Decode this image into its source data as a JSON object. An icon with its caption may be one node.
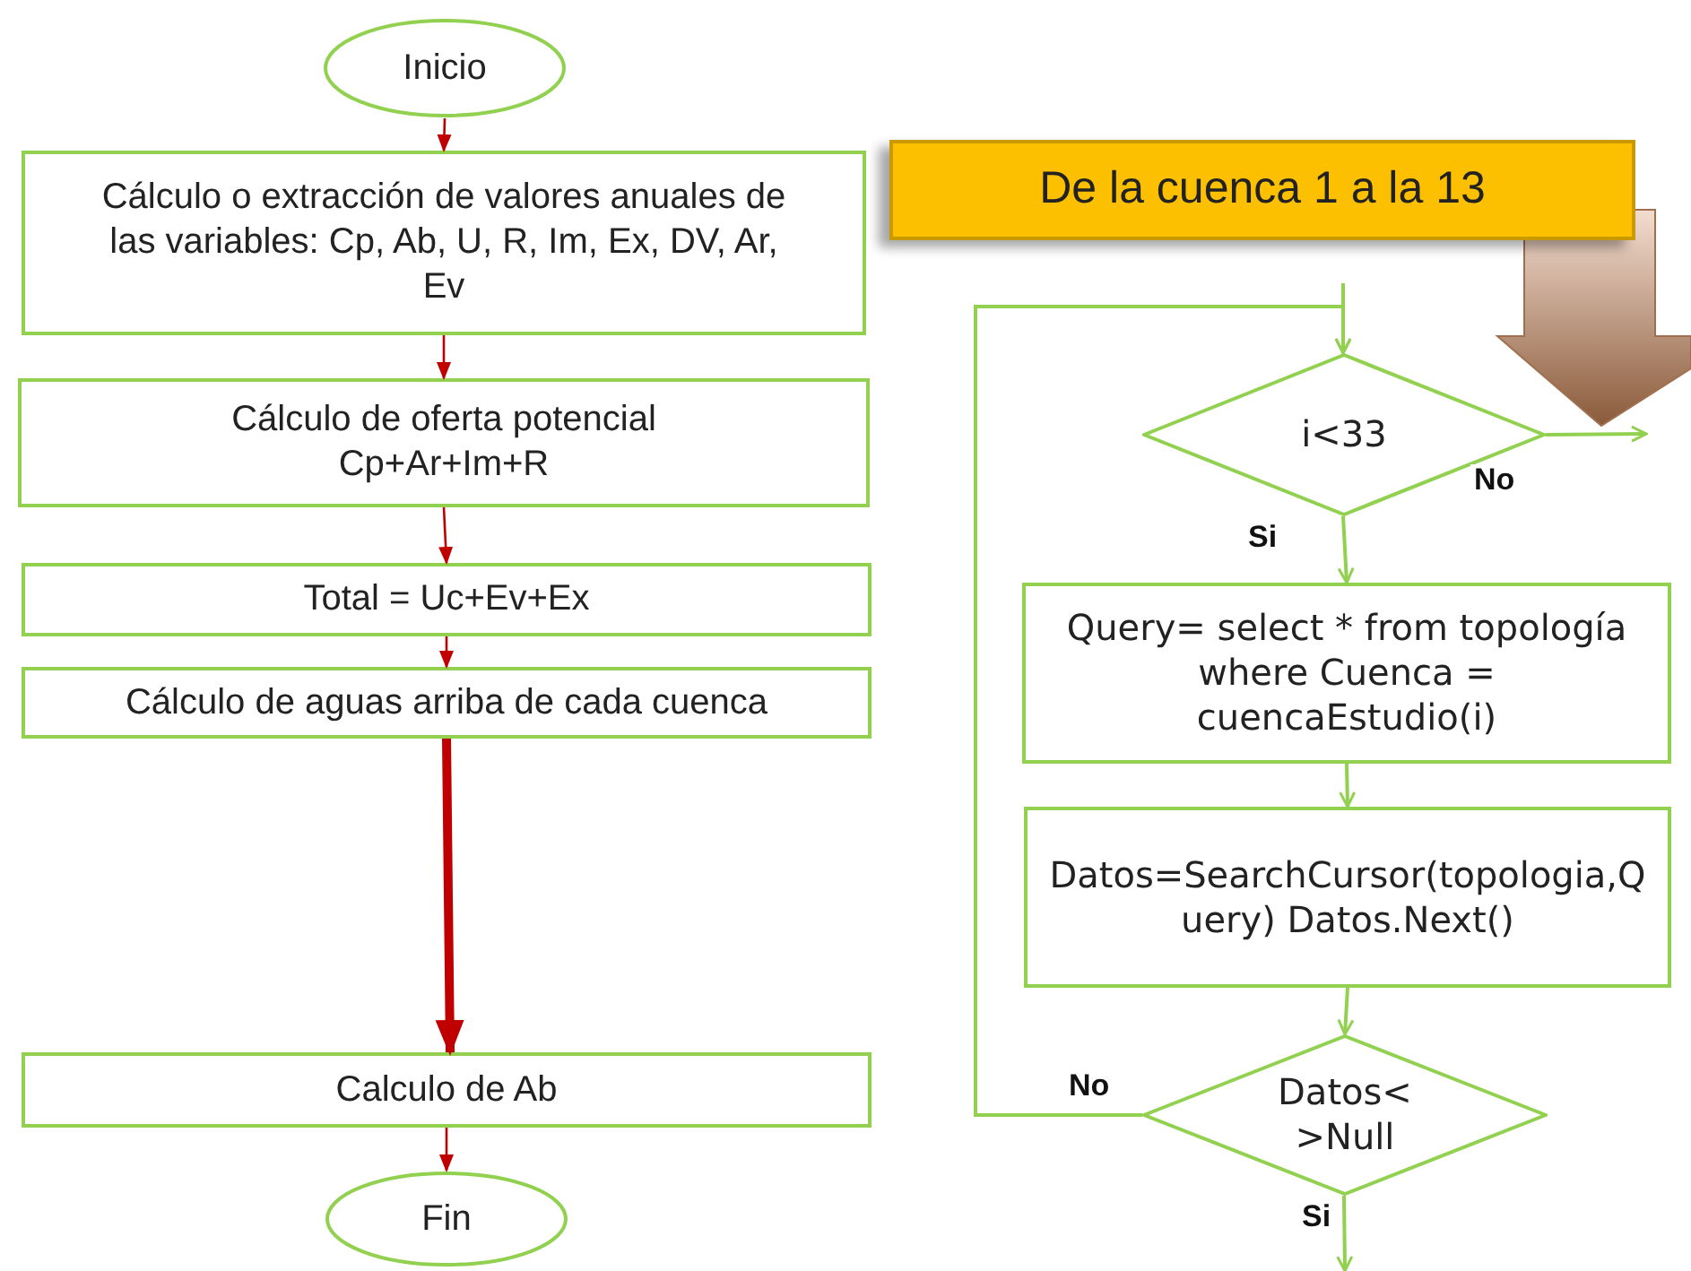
{
  "diagram": {
    "nodes": [
      {
        "text": [
          "Inicio"
        ]
      },
      {
        "text": [
          "Cálculo o extracción de valores anuales de las variables: Cp, Ab, U, R, Im, Ex, DV, Ar, Ev"
        ]
      },
      {
        "text": [
          "Cálculo de oferta potencial Cp+Ar+Im+R"
        ]
      },
      {
        "text": [
          "Total = Uc+Ev+Ex"
        ]
      },
      {
        "text": [
          "Cálculo de aguas arriba de cada cuenca"
        ]
      },
      {
        "text": [
          "Calculo de Ab"
        ]
      },
      {
        "text": [
          "Fin"
        ]
      },
      {
        "text": [
          "De la cuenca 1 a la 13"
        ]
      },
      {
        "text": [
          "i<33"
        ]
      },
      {
        "text": [
          "Query= select * from topología where Cuenca = cuencaEstudio(i)"
        ]
      },
      {
        "text": [
          "Datos=SearchCursor(topologia,Query) Datos.Next()"
        ]
      },
      {
        "text": [
          "Datos<>Null"
        ]
      }
    ],
    "edges": [
      {
        "from": 0,
        "to": 1,
        "arrow": "to",
        "color": "#c00000"
      },
      {
        "from": 1,
        "to": 2,
        "arrow": "to",
        "color": "#c00000"
      },
      {
        "from": 2,
        "to": 3,
        "arrow": "to",
        "color": "#c00000"
      },
      {
        "from": 3,
        "to": 4,
        "arrow": "to",
        "color": "#c00000"
      },
      {
        "from": 4,
        "to": 5,
        "arrow": "to",
        "color": "#c00000",
        "style": "thick"
      },
      {
        "from": 5,
        "to": 6,
        "arrow": "to",
        "color": "#c00000"
      },
      {
        "from": null,
        "to": 8,
        "arrow": "to"
      },
      {
        "from": 8,
        "to": null,
        "arrow": "to",
        "label": "No"
      },
      {
        "from": 8,
        "to": 9,
        "arrow": "to",
        "label": "Si"
      },
      {
        "from": 9,
        "to": 10,
        "arrow": "to"
      },
      {
        "from": 10,
        "to": 11,
        "arrow": "to"
      },
      {
        "from": 11,
        "to": 8,
        "arrow": "to",
        "label": "No"
      },
      {
        "from": 11,
        "to": null,
        "arrow": "to",
        "label": "Si"
      },
      {
        "from": 7,
        "to": 8,
        "arrow": "to",
        "style": "thick",
        "color": "#a0704e"
      }
    ]
  }
}
